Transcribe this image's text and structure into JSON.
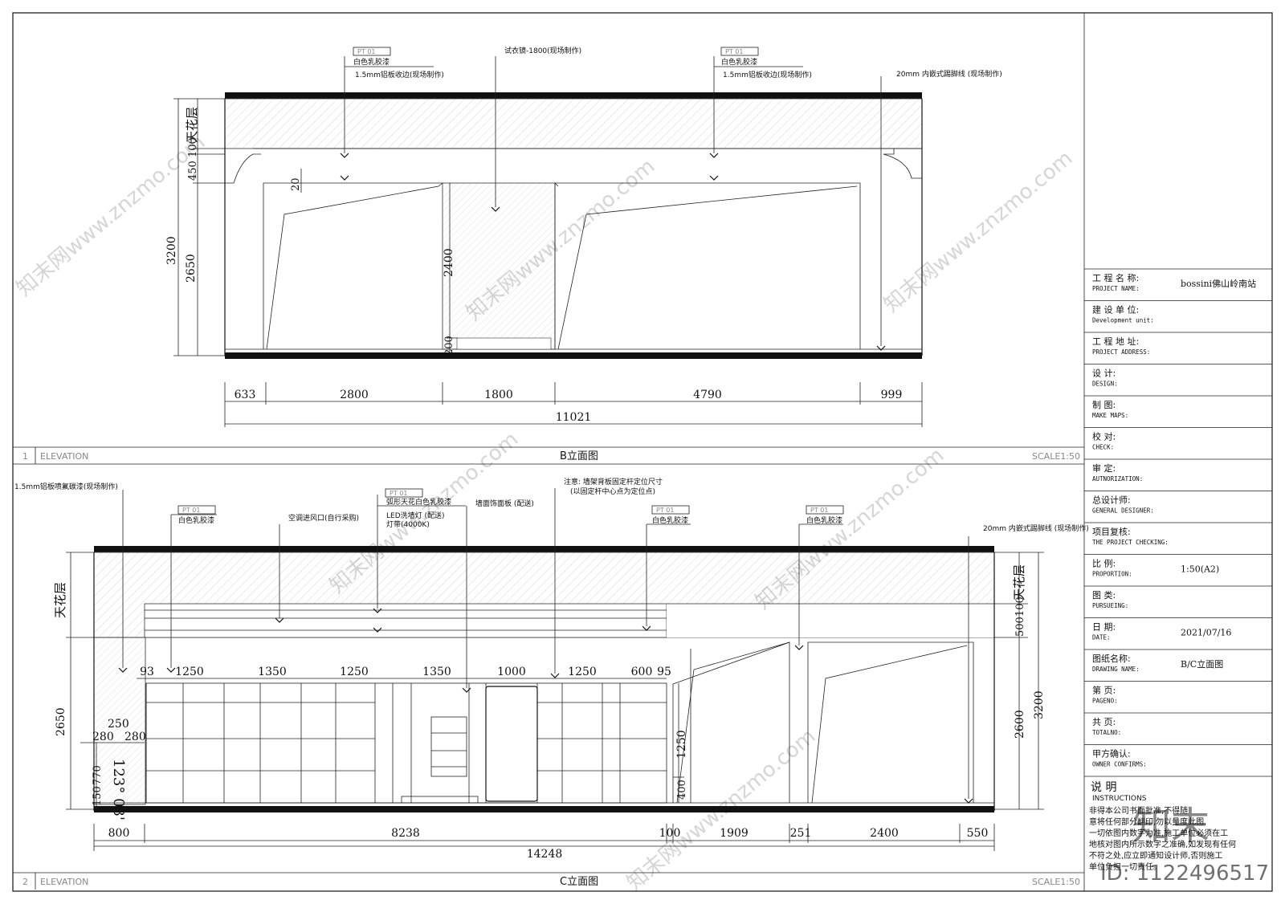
{
  "elevation_b": {
    "title": "B立面图",
    "number": "1",
    "label": "ELEVATION",
    "scale": "SCALE1:50",
    "callouts": {
      "paint_tag_1": "PT  01",
      "paint_1": "白色乳胶漆",
      "alu_1": "1.5mm铝板收边(现场制作)",
      "mirror": "试衣镜-1800(现场制作)",
      "paint_tag_2": "PT  01",
      "paint_2": "白色乳胶漆",
      "alu_2": "1.5mm铝板收边(现场制作)",
      "skirting": "20mm 内嵌式踢脚线 (现场制作)"
    },
    "vdims": {
      "ceiling_layer": "天花层",
      "d100": "100",
      "d450": "450",
      "d20": "20",
      "d3200": "3200",
      "d2650": "2650",
      "d2400": "2400",
      "d200": "200"
    },
    "hdims": [
      "633",
      "2800",
      "1800",
      "4790",
      "999"
    ],
    "total": "11021"
  },
  "elevation_c": {
    "title": "C立面图",
    "number": "2",
    "label": "ELEVATION",
    "scale": "SCALE1:50",
    "callouts": {
      "alu_fluoro": "1.5mm铝板喷氟碳漆(现场制作)",
      "paint_tag_1": "PT  01",
      "paint_1": "白色乳胶漆",
      "air_inlet": "空调进风口(自行采购)",
      "paint_tag_2": "PT  01",
      "arc_ceiling": "弧形天花白色乳胶漆",
      "led": "LED洗墙灯 (配送)",
      "led2": "灯带(4000K)",
      "wall_panel": "墙面饰面板 (配送)",
      "note1": "注意: 墙架背板固定杆定位尺寸",
      "note2": "(以固定杆中心点为定位点)",
      "paint_tag_3": "PT  01",
      "paint_3": "白色乳胶漆",
      "paint_tag_4": "PT  01",
      "paint_4": "白色乳胶漆",
      "skirting": "20mm 内嵌式踢脚线 (现场制作)"
    },
    "vdims": {
      "ceiling_left": "天花层",
      "d2650": "2650",
      "d250": "250",
      "d280a": "280",
      "d280b": "280",
      "angle": "123° 03'",
      "d770": "770",
      "d150": "150",
      "d1250": "1250",
      "d400": "400",
      "ceiling_right": "天花层",
      "d100": "100",
      "d500": "500",
      "d2600": "2600",
      "d3200": "3200"
    },
    "shelf_dims": [
      "93",
      "1250",
      "1350",
      "1250",
      "1350",
      "1000",
      "1250",
      "600",
      "95"
    ],
    "hdims": [
      "800",
      "8238",
      "100",
      "1909",
      "251",
      "2400",
      "550"
    ],
    "total": "14248"
  },
  "title_block": {
    "rows": [
      {
        "cn": "工 程 名 称:",
        "en": "PROJECT NAME:",
        "value": "bossini佛山岭南站"
      },
      {
        "cn": "建 设 单 位:",
        "en": "Development unit:",
        "value": ""
      },
      {
        "cn": "工 程 地 址:",
        "en": "PROJECT ADDRESS:",
        "value": ""
      },
      {
        "cn": "设 计:",
        "en": "DESIGN:",
        "value": ""
      },
      {
        "cn": "制 图:",
        "en": "MAKE MAPS:",
        "value": ""
      },
      {
        "cn": "校 对:",
        "en": "CHECK:",
        "value": ""
      },
      {
        "cn": "审 定:",
        "en": "AUTNORIZATION:",
        "value": ""
      },
      {
        "cn": "总设计师:",
        "en": "GENERAL DESIGNER:",
        "value": ""
      },
      {
        "cn": "项目复核:",
        "en": "THE PROJECT CHECKING:",
        "value": ""
      },
      {
        "cn": "比 例:",
        "en": "PROPORTION:",
        "value": "1:50(A2)"
      },
      {
        "cn": "图 类:",
        "en": "PURSUEING:",
        "value": ""
      },
      {
        "cn": "日 期:",
        "en": "DATE:",
        "value": "2021/07/16"
      },
      {
        "cn": "图纸名称:",
        "en": "DRAWING NAME:",
        "value": "B/C立面图"
      },
      {
        "cn": "第 页:",
        "en": "PAGENO:",
        "value": ""
      },
      {
        "cn": "共 页:",
        "en": "TOTALNO:",
        "value": ""
      },
      {
        "cn": "甲方确认:",
        "en": "OWNER CONFIRMS:",
        "value": ""
      }
    ],
    "instructions_cn": "说 明",
    "instructions_en": "INSTRUCTIONS",
    "instructions_text": [
      "非得本公司书面批准,不得随",
      "意将任何部分翻印,勿以量度此图,",
      "一切依图内数字为准,施工单位必须在工",
      "地核对图内所示数字之准确,如发现有任何",
      "不符之处,应立即通知设计师,否则施工",
      "单位负担一切责任。"
    ]
  },
  "watermark": {
    "brand": "知末网www.znzmo.com",
    "logo": "知末",
    "id": "ID: 1122496517"
  }
}
